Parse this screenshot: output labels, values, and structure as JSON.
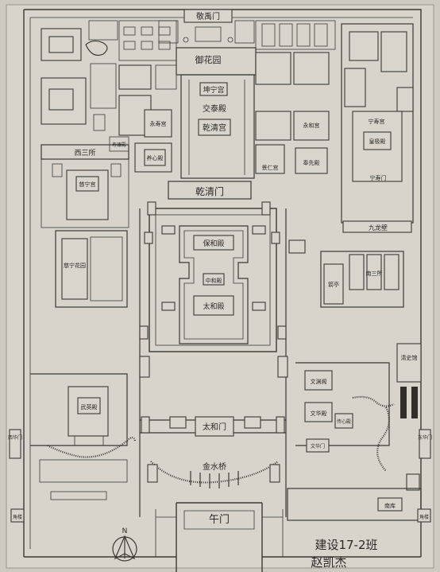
{
  "labels": {
    "shenwu_gate": "敬禹门",
    "imperial_garden": "御花园",
    "kunning_palace": "坤宁宫",
    "jiaotai_hall": "交泰殿",
    "qianqing_palace": "乾清宫",
    "qianqing_gate": "乾清门",
    "baohe_hall": "保和殿",
    "zhonghe_hall": "中和殿",
    "taihe_hall": "太和殿",
    "taihe_gate": "太和门",
    "jinshui_bridge": "金水桥",
    "meridian_gate": "午门",
    "shoukang_hall": "寿康殿",
    "cining_palace": "慈宁宫",
    "xisan_suo": "西三所",
    "cining_garden": "慈宁花园",
    "wuying_hall": "武英殿",
    "xihua_gate": "西华门",
    "yangxin_hall": "养心殿",
    "yongshou_palace": "永寿宫",
    "yonghe_palace": "永和宫",
    "jingren_palace": "景仁宫",
    "fengxian_hall": "奉先殿",
    "ningshou_palace": "宁寿宫",
    "huangji_hall": "皇极殿",
    "ningshou_gate": "宁寿门",
    "nine_dragon_wall": "九龙壁",
    "nansan_suo": "南三所",
    "jianting_tower": "箭亭",
    "wenhua_hall": "文华殿",
    "wenyuan_pavilion": "文渊阁",
    "zhuanxi_hall": "传心殿",
    "wen_gate": "文华门",
    "qingshi_guan": "清史馆",
    "donghua_gate": "东华门",
    "south_warehouse": "南库",
    "corner_tower": "角楼",
    "north_mark": "N",
    "caption_class": "建设17-2班",
    "caption_name": "赵凯杰"
  }
}
